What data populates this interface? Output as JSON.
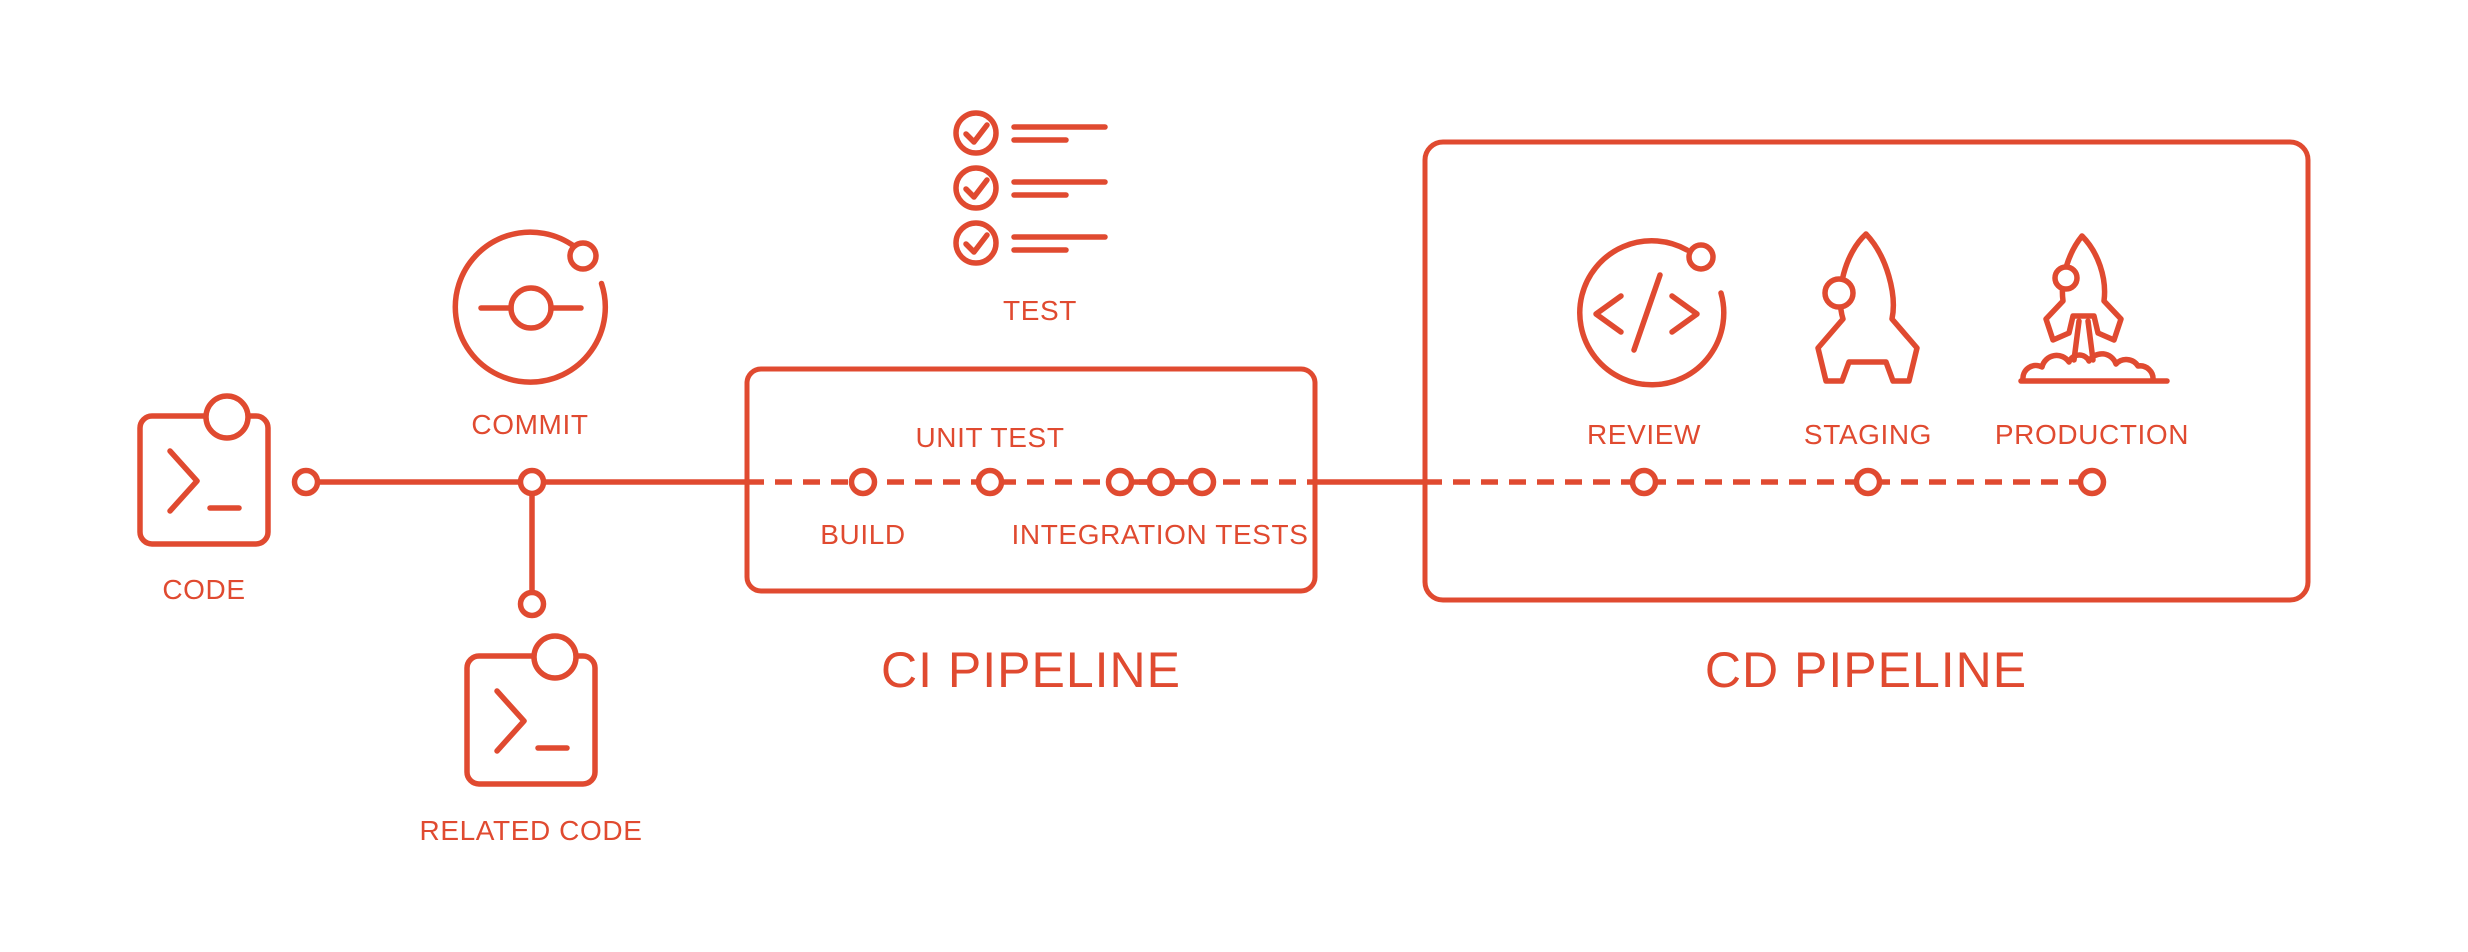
{
  "colors": {
    "accent": "#E04A30",
    "background": "#FFFFFF"
  },
  "diagram": {
    "source": {
      "code_label": "CODE",
      "commit_label": "COMMIT",
      "related_code_label": "RELATED CODE"
    },
    "test": {
      "label": "TEST"
    },
    "ci": {
      "title": "CI PIPELINE",
      "build_label": "BUILD",
      "unit_test_label": "UNIT TEST",
      "integration_tests_label": "INTEGRATION TESTS"
    },
    "cd": {
      "title": "CD PIPELINE",
      "review_label": "REVIEW",
      "staging_label": "STAGING",
      "production_label": "PRODUCTION"
    }
  }
}
